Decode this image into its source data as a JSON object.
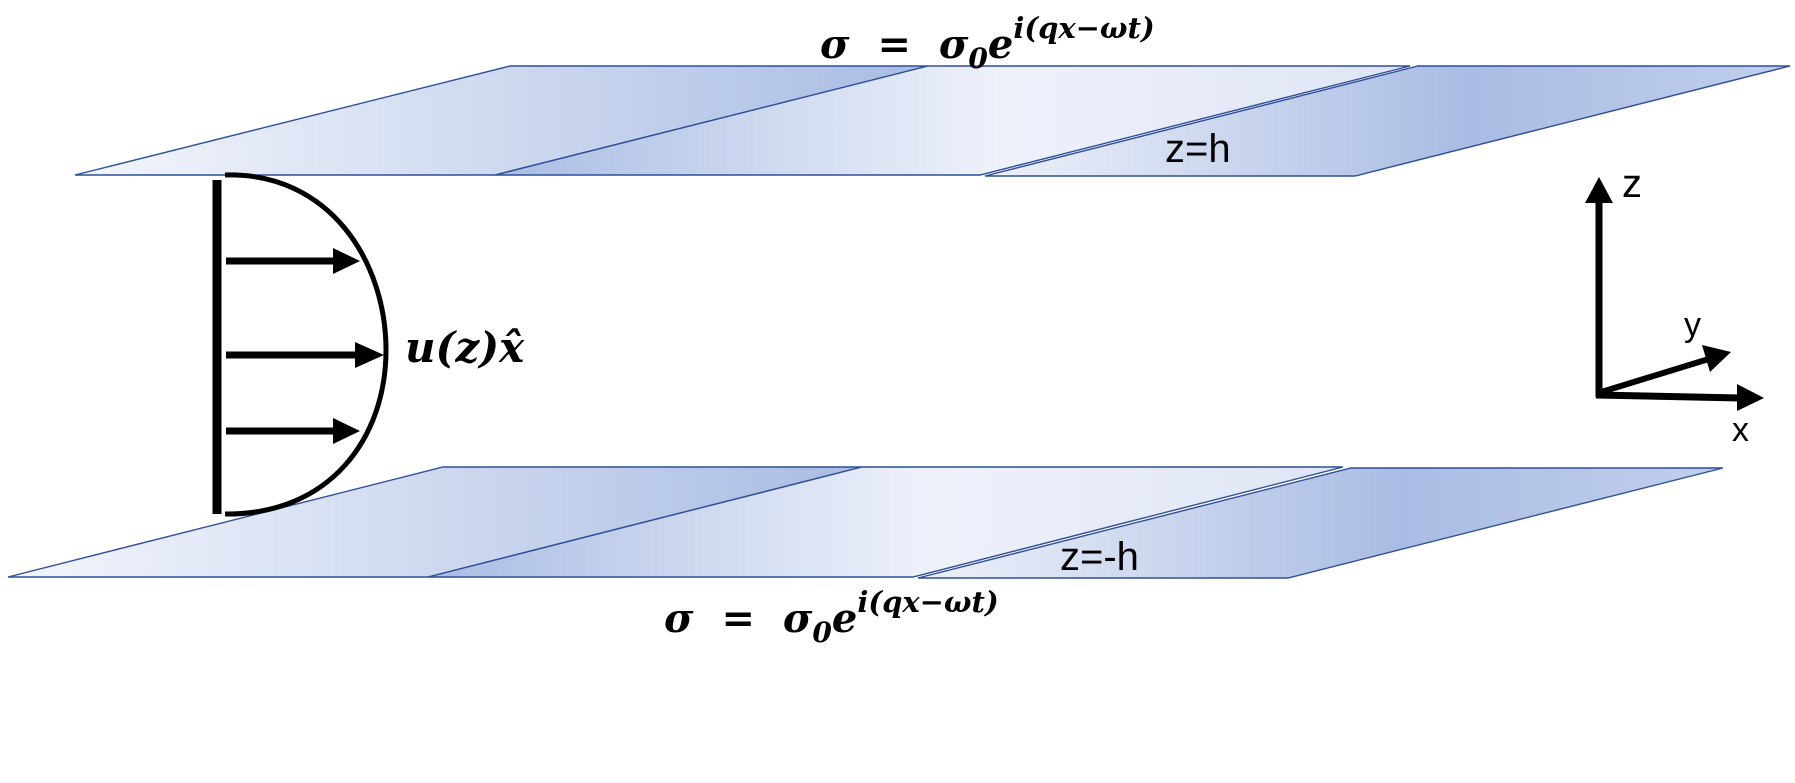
{
  "top_plane": {
    "label": "z=h",
    "surface_charge": {
      "lhs": "σ",
      "equals": "=",
      "base": "σ",
      "subscript": "0",
      "exp_base": "e",
      "exponent": "i(qx−ωt)"
    }
  },
  "bottom_plane": {
    "label": "z=-h",
    "surface_charge": {
      "lhs": "σ",
      "equals": "=",
      "base": "σ",
      "subscript": "0",
      "exp_base": "e",
      "exponent": "i(qx−ωt)"
    }
  },
  "flow_profile": {
    "label_func": "u(z)",
    "label_unit": "x̂"
  },
  "axes": {
    "z": "z",
    "y": "y",
    "x": "x"
  },
  "colors": {
    "plane_light": "#eef1fa",
    "plane_dark": "#a8bbe2",
    "plane_edge": "#2f4f99",
    "ink": "#000000"
  }
}
